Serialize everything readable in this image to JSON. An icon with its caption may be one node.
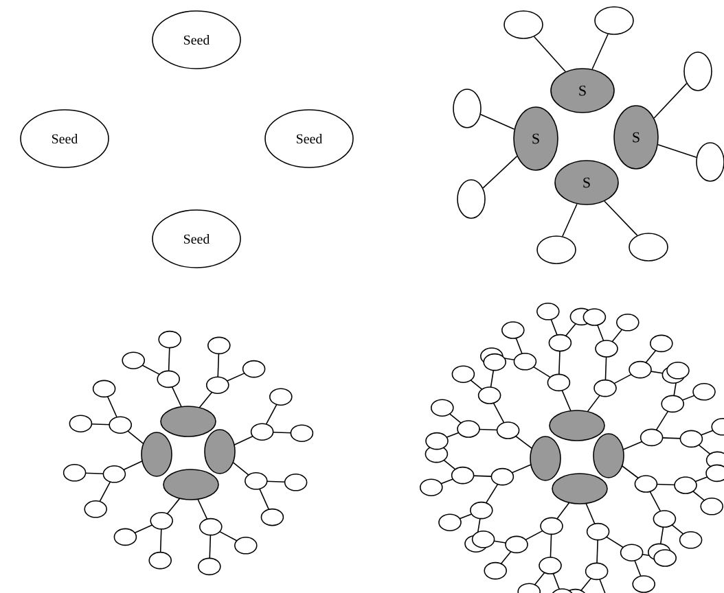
{
  "diagram": {
    "nodes": [
      {
        "text": [
          "Seed"
        ]
      },
      {
        "text": [
          "Seed"
        ]
      },
      {
        "text": [
          "Seed"
        ]
      },
      {
        "text": [
          "Seed"
        ]
      },
      {
        "text": [
          "S"
        ]
      },
      {
        "text": [
          "S"
        ]
      },
      {
        "text": [
          "S"
        ]
      },
      {
        "text": [
          "S"
        ]
      },
      {
        "text": [],
        "shape": "circle"
      },
      {
        "text": [],
        "shape": "circle"
      },
      {
        "text": [],
        "shape": "circle"
      },
      {
        "text": [],
        "shape": "circle"
      },
      {
        "text": [],
        "shape": "circle"
      },
      {
        "text": [],
        "shape": "circle"
      },
      {
        "text": [],
        "shape": "circle"
      },
      {
        "text": [],
        "shape": "circle"
      }
    ],
    "edges": [
      {
        "from": 4,
        "to": 8,
        "arrow": "none"
      },
      {
        "from": 4,
        "to": 9,
        "arrow": "none"
      },
      {
        "from": 6,
        "to": 10,
        "arrow": "none"
      },
      {
        "from": 6,
        "to": 11,
        "arrow": "none"
      },
      {
        "from": 5,
        "to": 12,
        "arrow": "none"
      },
      {
        "from": 5,
        "to": 13,
        "arrow": "none"
      },
      {
        "from": 7,
        "to": 14,
        "arrow": "none"
      },
      {
        "from": 7,
        "to": 15,
        "arrow": "none"
      }
    ]
  }
}
